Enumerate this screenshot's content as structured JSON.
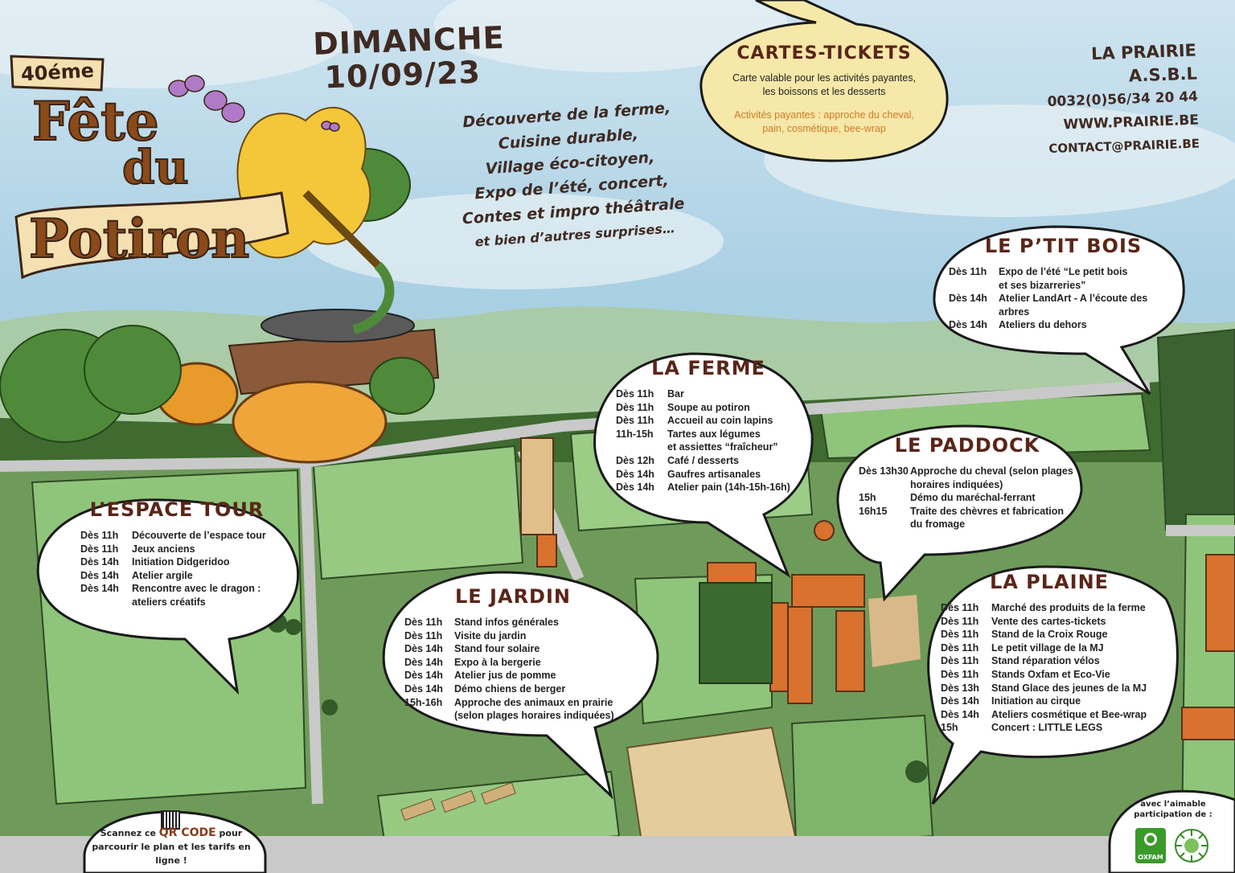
{
  "header": {
    "date_line1": "DIMANCHE",
    "date_line2": "10/09/23",
    "anniversary": "40éme",
    "title_line1": "Fête",
    "title_line2": "du",
    "title_line3": "Potiron"
  },
  "headline": [
    "Découverte de la ferme,",
    "Cuisine durable,",
    "Village éco-citoyen,",
    "Expo de l’été, concert,",
    "Contes et impro théâtrale",
    "et bien d’autres surprises…"
  ],
  "contact": {
    "name": "LA PRAIRIE A.S.B.L",
    "phone": "0032(0)56/34 20 44",
    "web": "WWW.PRAIRIE.BE",
    "email": "CONTACT@PRAIRIE.BE"
  },
  "tickets": {
    "title": "CARTES-TICKETS",
    "text": "Carte valable pour les activités payantes, les boissons et les desserts",
    "paid": "Activités payantes : approche du cheval, pain, cosmétique, bee-wrap"
  },
  "zones": {
    "espace_tour": {
      "title": "L’ESPACE TOUR",
      "rows": [
        {
          "time": "Dès 11h",
          "activity": "Découverte de l’espace tour"
        },
        {
          "time": "Dès 11h",
          "activity": "Jeux anciens"
        },
        {
          "time": "Dès 14h",
          "activity": "Initiation Didgeridoo"
        },
        {
          "time": "Dès 14h",
          "activity": "Atelier argile"
        },
        {
          "time": "Dès 14h",
          "activity": "Rencontre avec le dragon :"
        },
        {
          "time": "",
          "activity": "ateliers créatifs"
        }
      ]
    },
    "jardin": {
      "title": "LE JARDIN",
      "rows": [
        {
          "time": "Dès 11h",
          "activity": "Stand infos générales"
        },
        {
          "time": "Dès 11h",
          "activity": "Visite du jardin"
        },
        {
          "time": "Dès 14h",
          "activity": "Stand four solaire"
        },
        {
          "time": "Dès 14h",
          "activity": "Expo à la bergerie"
        },
        {
          "time": "Dès 14h",
          "activity": "Atelier jus de pomme"
        },
        {
          "time": "Dès 14h",
          "activity": "Démo chiens de berger"
        },
        {
          "time": "15h-16h",
          "activity": "Approche des animaux en prairie"
        },
        {
          "time": "",
          "activity": "(selon plages horaires indiquées)"
        }
      ]
    },
    "ferme": {
      "title": "LA FERME",
      "rows": [
        {
          "time": "Dès 11h",
          "activity": "Bar"
        },
        {
          "time": "Dès 11h",
          "activity": "Soupe au potiron"
        },
        {
          "time": "Dès 11h",
          "activity": "Accueil au coin lapins"
        },
        {
          "time": "11h-15h",
          "activity": "Tartes aux légumes"
        },
        {
          "time": "",
          "activity": "et assiettes “fraîcheur”"
        },
        {
          "time": "Dès 12h",
          "activity": "Café / desserts"
        },
        {
          "time": "Dès 14h",
          "activity": "Gaufres artisanales"
        },
        {
          "time": "Dès 14h",
          "activity": "Atelier pain (14h-15h-16h)"
        }
      ]
    },
    "paddock": {
      "title": "LE PADDOCK",
      "rows": [
        {
          "time": "Dès 13h30",
          "activity": "Approche du cheval (selon plages"
        },
        {
          "time": "",
          "activity": "horaires indiquées)"
        },
        {
          "time": "15h",
          "activity": "Démo du maréchal-ferrant"
        },
        {
          "time": "16h15",
          "activity": "Traite des chèvres et fabrication"
        },
        {
          "time": "",
          "activity": "du fromage"
        }
      ]
    },
    "ptit_bois": {
      "title": "LE P’TIT BOIS",
      "rows": [
        {
          "time": "Dès 11h",
          "activity": "Expo de l’été “Le petit bois"
        },
        {
          "time": "",
          "activity": "et ses bizarreries”"
        },
        {
          "time": "Dès 14h",
          "activity": "Atelier LandArt - A l’écoute des arbres"
        },
        {
          "time": "Dès 14h",
          "activity": "Ateliers du dehors"
        }
      ]
    },
    "plaine": {
      "title": "LA PLAINE",
      "rows": [
        {
          "time": "Dès 11h",
          "activity": "Marché des produits de la ferme"
        },
        {
          "time": "Dès 11h",
          "activity": "Vente des cartes-tickets"
        },
        {
          "time": "Dès 11h",
          "activity": "Stand de la Croix Rouge"
        },
        {
          "time": "Dès 11h",
          "activity": "Le petit village de la MJ"
        },
        {
          "time": "Dès 11h",
          "activity": "Stand réparation vélos"
        },
        {
          "time": "Dès 11h",
          "activity": "Stands Oxfam et Eco-Vie"
        },
        {
          "time": "Dès 13h",
          "activity": "Stand Glace des jeunes de la MJ"
        },
        {
          "time": "Dès 14h",
          "activity": "Initiation au cirque"
        },
        {
          "time": "Dès 14h",
          "activity": "Ateliers cosmétique et Bee-wrap"
        },
        {
          "time": "15h",
          "activity": "Concert : LITTLE LEGS"
        }
      ]
    }
  },
  "qr": {
    "before": "Scannez ce ",
    "code_word": "QR CODE",
    "after": " pour parcourir le plan et les tarifs en ligne !"
  },
  "partners": {
    "text": "avec l’aimable participation de :",
    "oxfam": "OXFAM"
  },
  "colors": {
    "title_brown": "#5a2518",
    "paid_orange": "#d07a2a",
    "building_orange": "#d9712f",
    "field_green": "#8fc57a"
  }
}
